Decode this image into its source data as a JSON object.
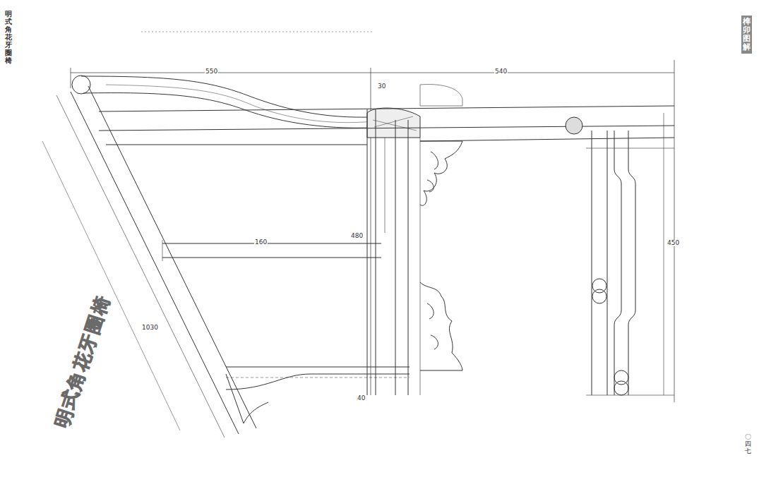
{
  "diagram": {
    "title": "明式角花牙圈椅",
    "labels": [
      "明式角花牙圈椅",
      "榫卯图解",
      "〇四七",
      "550",
      "540",
      "480",
      "160",
      "1030",
      "450",
      "40",
      "30"
    ]
  }
}
